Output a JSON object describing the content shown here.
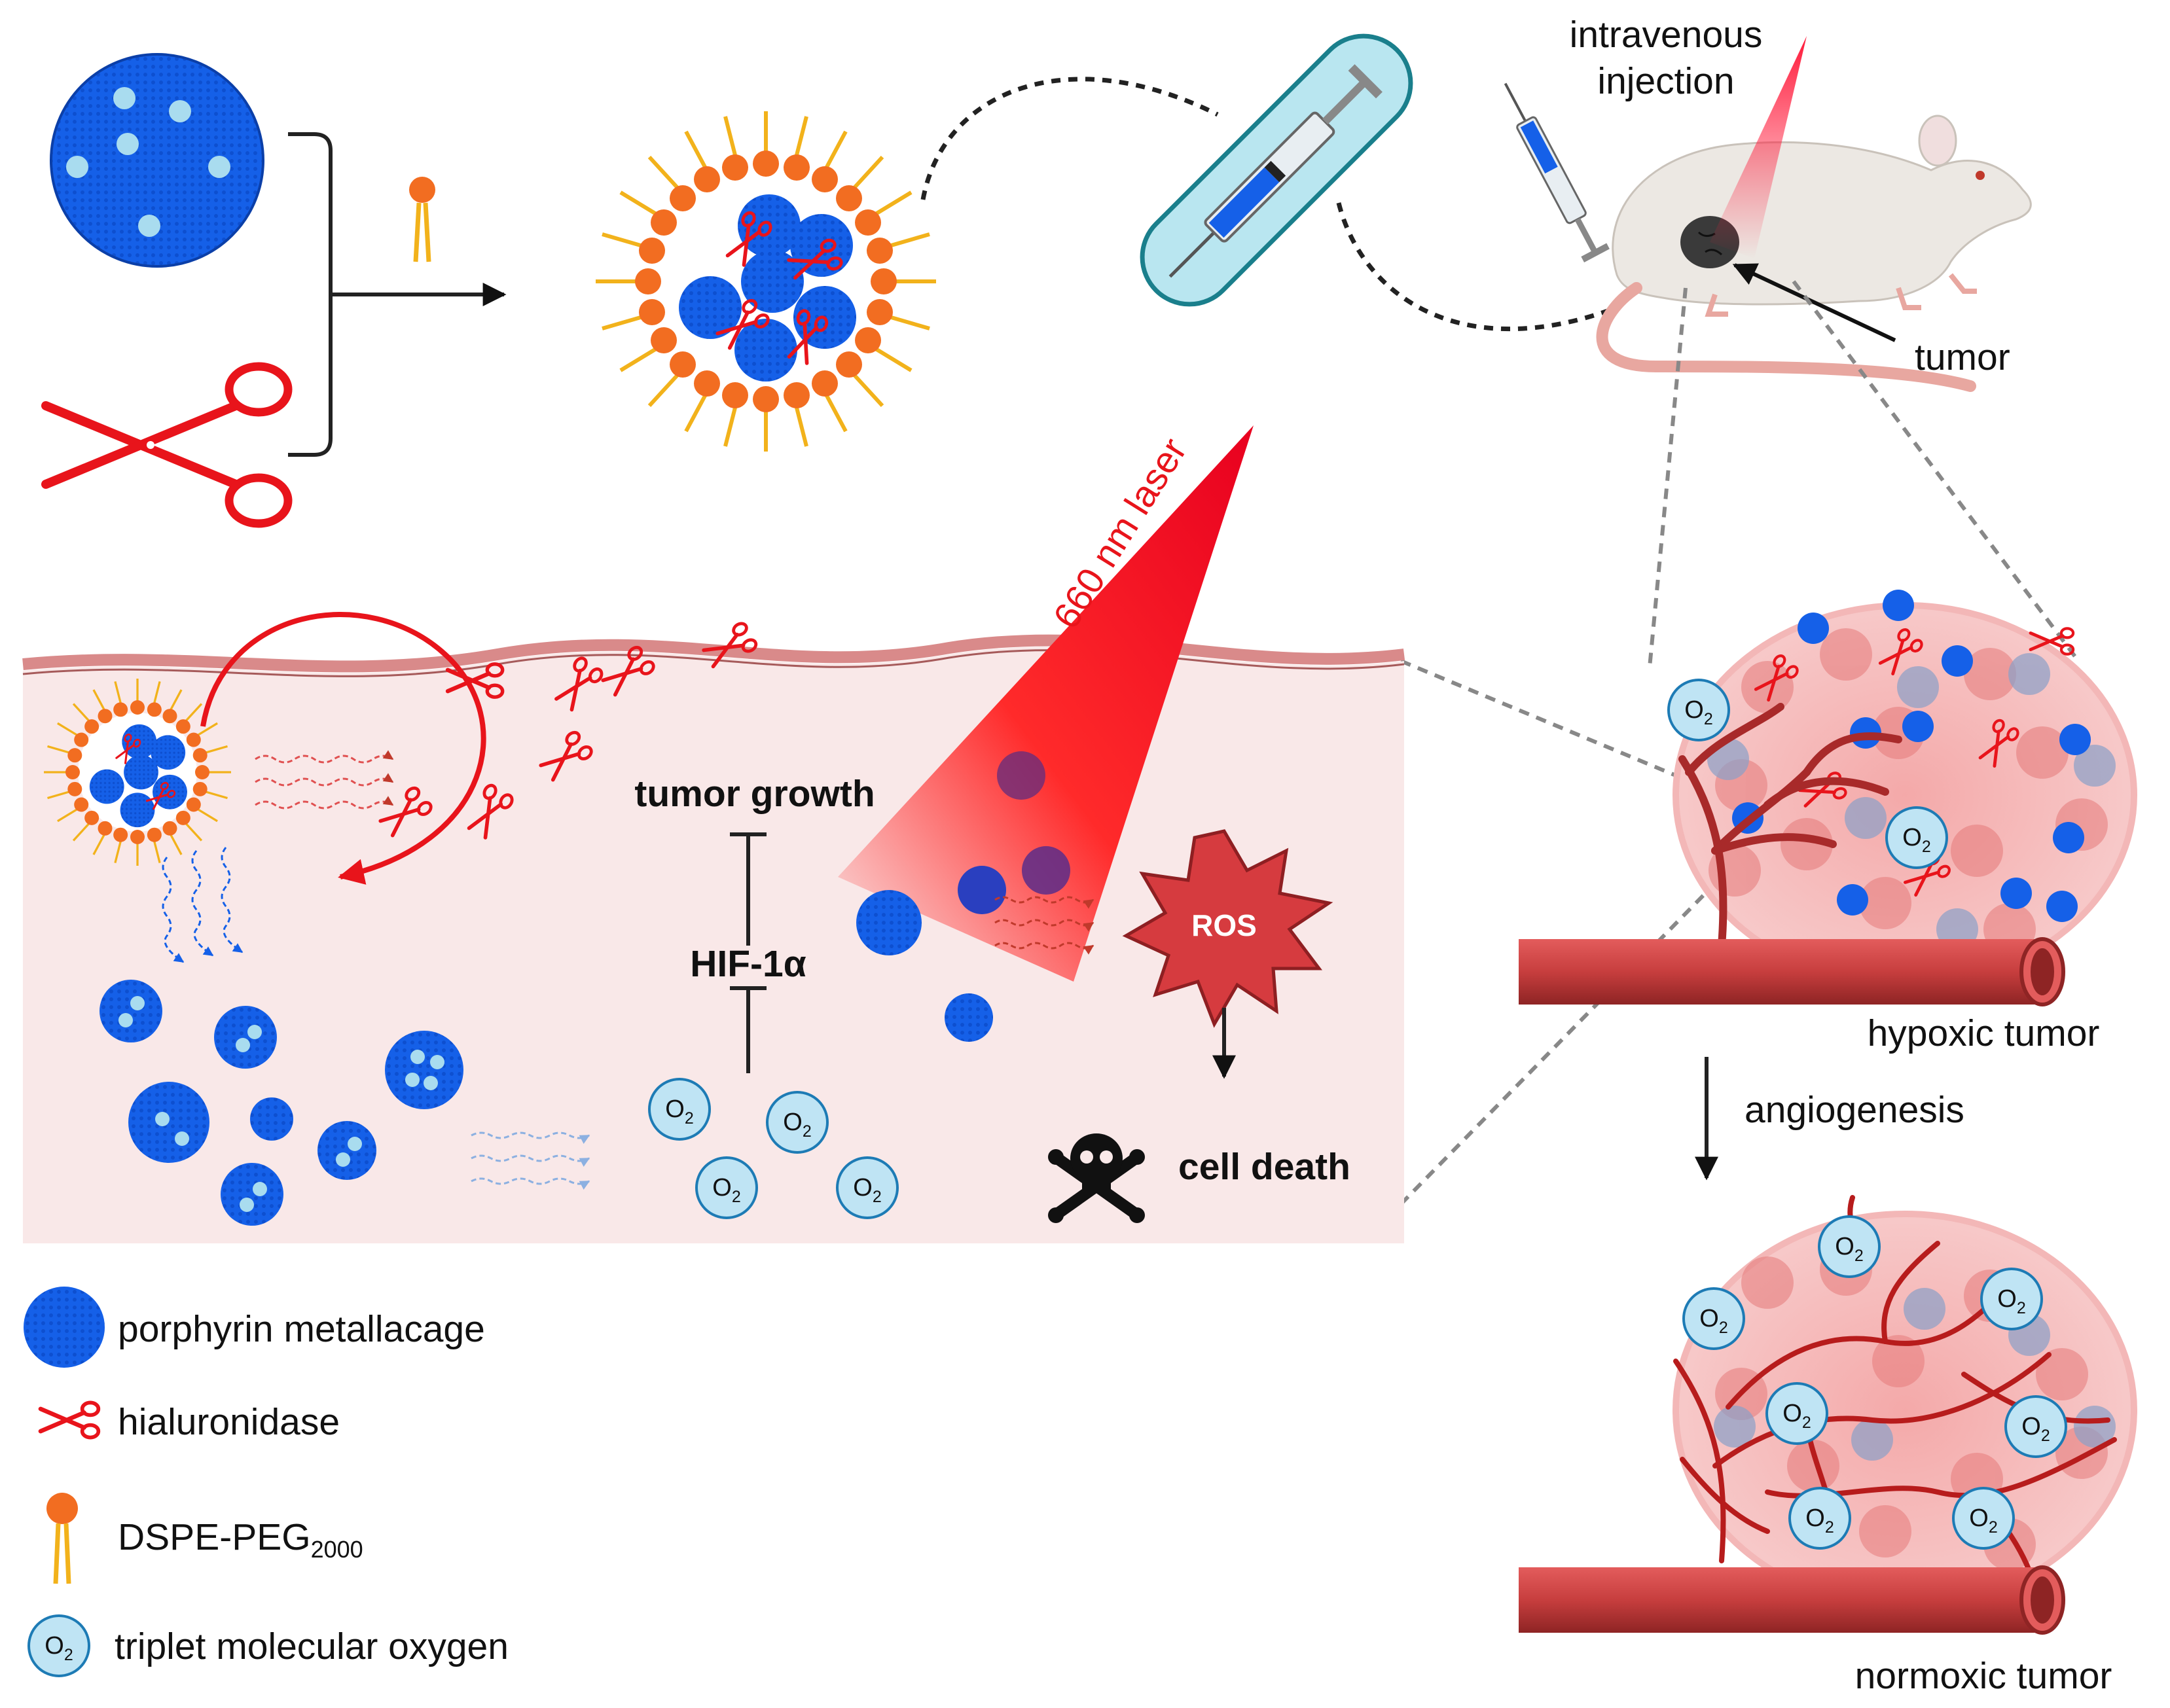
{
  "labels": {
    "injection_line1": "intravenous",
    "injection_line2": "injection",
    "tumor": "tumor",
    "laser": "660 nm laser",
    "tumor_growth": "tumor growth",
    "hif": "HIF-1α",
    "ros": "ROS",
    "cell_death": "cell death",
    "hypoxic_tumor": "hypoxic tumor",
    "angiogenesis": "angiogenesis",
    "normoxic_tumor": "normoxic tumor",
    "o2_main": "O",
    "o2_sub": "2"
  },
  "legend": {
    "metallacage": "porphyrin metallacage",
    "hyaluronidase": "hialuronidase",
    "dspe_main": "DSPE-PEG",
    "dspe_sub": "2000",
    "oxygen": "triplet molecular oxygen"
  },
  "colors": {
    "cage_blue": "#1560e8",
    "cage_light": "#a9dcef",
    "scissors_red": "#e8141b",
    "lipid_orange": "#f26d21",
    "lipid_tail": "#f2b21b",
    "tissue": "#f9e8e8",
    "skin": "#d98a8a",
    "vessel": "#c73e3e",
    "o2_fill": "#bfe4f4",
    "o2_stroke": "#1d7bb5"
  },
  "icons": [
    "syringe-icon",
    "mouse-icon",
    "skull-crossbones-icon",
    "scissors-icon",
    "ros-burst-icon"
  ]
}
